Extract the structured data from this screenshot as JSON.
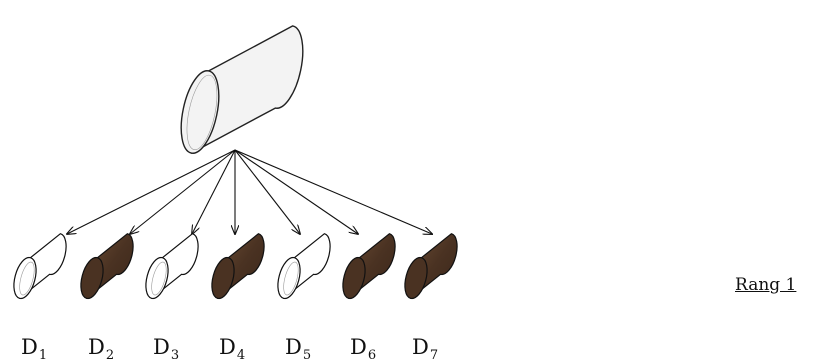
{
  "parent": {
    "fill": "#f3f3f3",
    "stroke": "#222222"
  },
  "children": [
    {
      "name": "D",
      "sub": "1",
      "fill": "#ffffff"
    },
    {
      "name": "D",
      "sub": "2",
      "fill": "#5a3f2b"
    },
    {
      "name": "D",
      "sub": "3",
      "fill": "#ffffff"
    },
    {
      "name": "D",
      "sub": "4",
      "fill": "#5a3f2b"
    },
    {
      "name": "D",
      "sub": "5",
      "fill": "#ffffff"
    },
    {
      "name": "D",
      "sub": "6",
      "fill": "#5a3f2b"
    },
    {
      "name": "D",
      "sub": "7",
      "fill": "#5a3f2b"
    }
  ],
  "rank_label": "Rang 1"
}
